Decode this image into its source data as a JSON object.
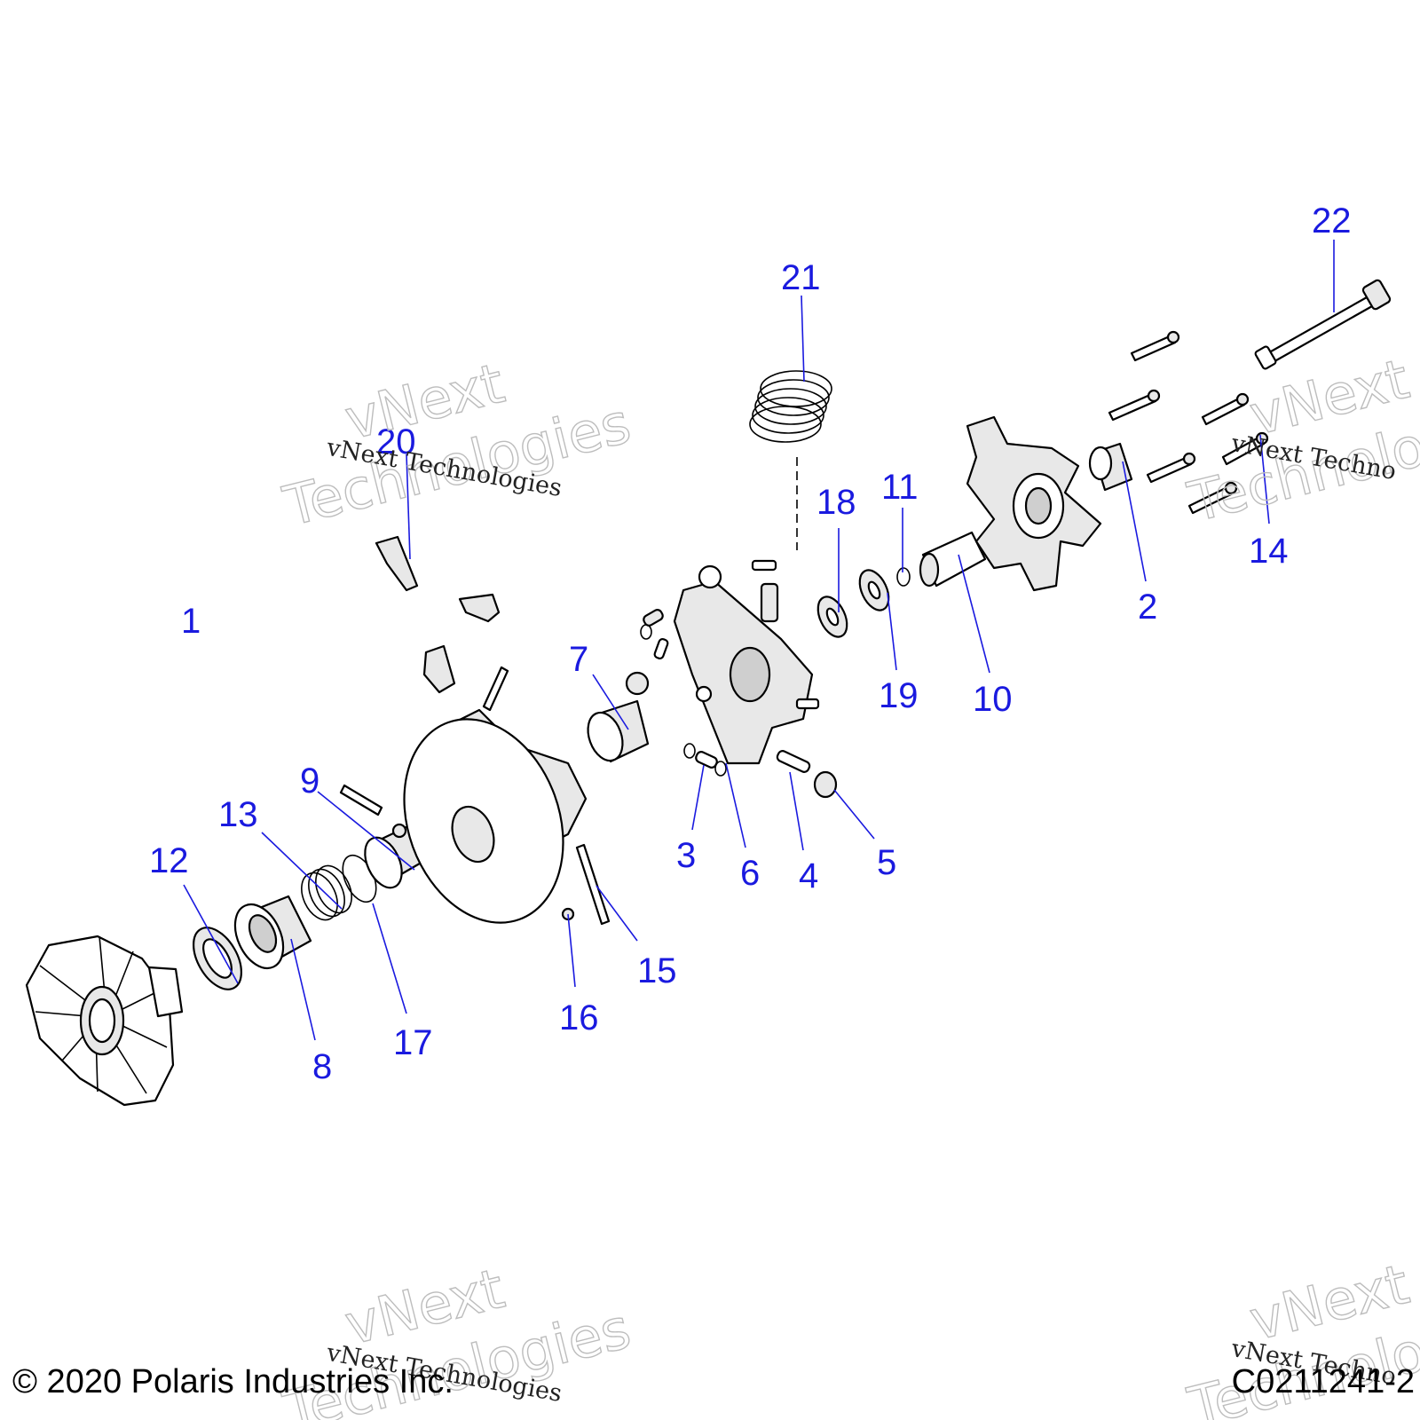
{
  "callouts": [
    "1",
    "2",
    "3",
    "4",
    "5",
    "6",
    "7",
    "8",
    "9",
    "10",
    "11",
    "12",
    "13",
    "14",
    "15",
    "16",
    "17",
    "18",
    "19",
    "20",
    "21",
    "22"
  ],
  "watermark": {
    "logo_lines": [
      "vNext",
      "Technologies"
    ],
    "caption": "vNext Technologies",
    "caption_partial": "vNext Techno"
  },
  "footer": {
    "copyright": "© 2020 Polaris Industries Inc.",
    "drawing_number": "C0211241-2"
  },
  "colors": {
    "callout": "#1a1adf",
    "line_art": "#000000",
    "watermark": "#bdbdbd"
  }
}
